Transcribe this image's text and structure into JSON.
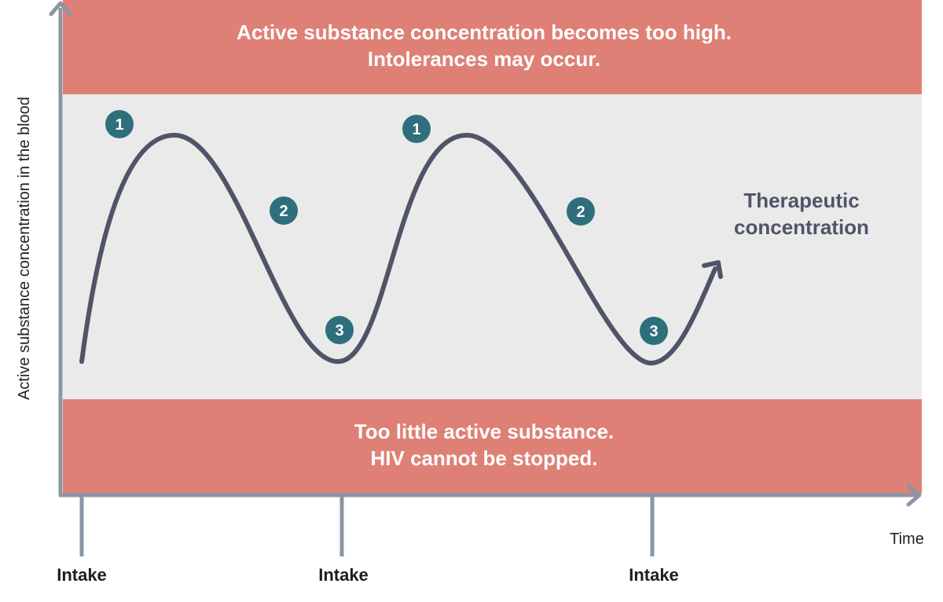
{
  "colors": {
    "band_red": "#de8076",
    "band_grey": "#eaeaea",
    "axis": "#8a96a4",
    "curve": "#4f5468",
    "marker": "#2e6f7c"
  },
  "top_band": {
    "line1": "Active substance concentration becomes too high.",
    "line2": "Intolerances may occur."
  },
  "middle_band": {
    "label_line1": "Therapeutic",
    "label_line2": "concentration"
  },
  "bottom_band": {
    "line1": "Too little active substance.",
    "line2": "HIV cannot be stopped."
  },
  "axes": {
    "y_label": "Active substance concentration in the blood",
    "x_label": "Time"
  },
  "intakes": [
    "Intake",
    "Intake",
    "Intake"
  ],
  "markers": [
    "1",
    "2",
    "3",
    "1",
    "2",
    "3"
  ]
}
